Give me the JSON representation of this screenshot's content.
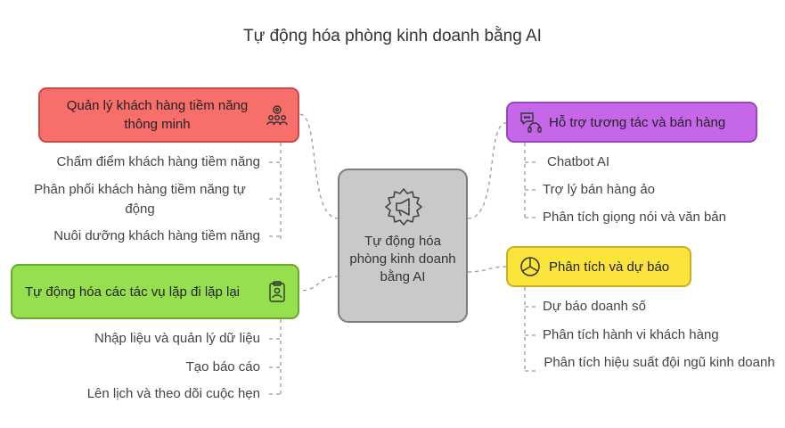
{
  "title": "Tự động hóa phòng kinh doanh bằng AI",
  "center": {
    "label": "Tự động hóa phòng kinh doanh bằng AI",
    "icon": "megaphone-gear-icon",
    "color": "#c9c9c9"
  },
  "branches": [
    {
      "label": "Quản lý khách hàng tiềm năng thông minh",
      "icon": "people-gear-icon",
      "color": "#f76e6b",
      "items": [
        "Chấm điểm khách hàng tiềm năng",
        "Phân phối khách hàng tiềm năng tự động",
        "Nuôi dưỡng khách hàng tiềm năng"
      ]
    },
    {
      "label": "Tự động hóa các tác vụ lặp đi lặp lại",
      "icon": "clipboard-person-icon",
      "color": "#96e04f",
      "items": [
        "Nhập liệu và quản lý dữ liệu",
        "Tạo báo cáo",
        "Lên lịch và theo dõi cuộc hẹn"
      ]
    },
    {
      "label": "Hỗ trợ tương tác và bán hàng",
      "icon": "chat-headset-icon",
      "color": "#c667ea",
      "items": [
        "Chatbot AI",
        "Trợ lý bán hàng ảo",
        "Phân tích giọng nói và văn bản"
      ]
    },
    {
      "label": "Phân tích và dự báo",
      "icon": "pie-chart-icon",
      "color": "#fbe53d",
      "items": [
        "Dự báo doanh số",
        "Phân tích hành vi khách hàng",
        "Phân tích hiệu suất đội ngũ kinh doanh"
      ]
    }
  ]
}
